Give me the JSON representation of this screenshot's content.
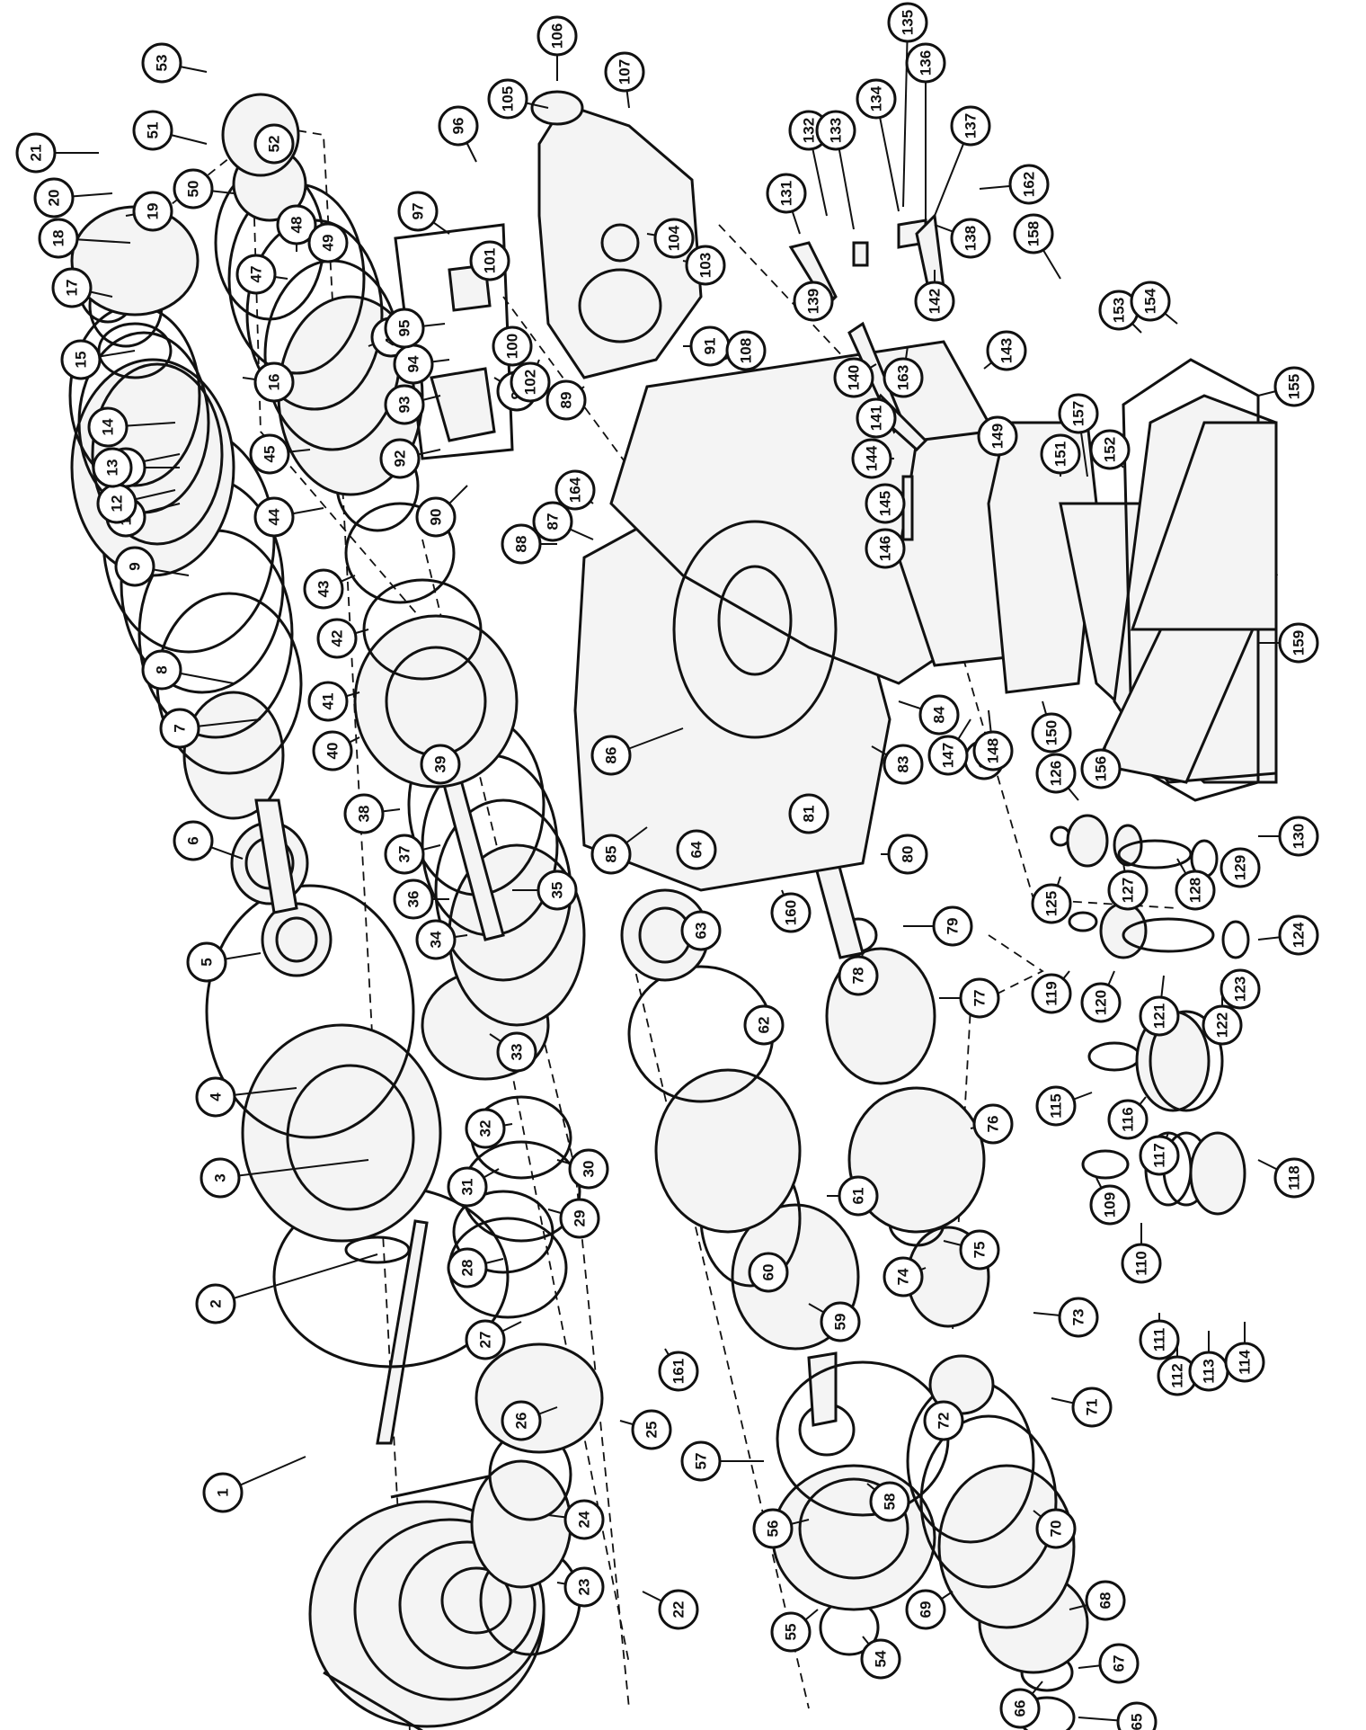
{
  "diagram": {
    "type": "exploded-parts-view",
    "callouts": [
      "1",
      "2",
      "3",
      "4",
      "5",
      "6",
      "7",
      "8",
      "9",
      "10",
      "11",
      "12",
      "13",
      "14",
      "15",
      "16",
      "17",
      "18",
      "19",
      "20",
      "21",
      "22",
      "23",
      "24",
      "25",
      "26",
      "27",
      "28",
      "29",
      "30",
      "31",
      "32",
      "33",
      "34",
      "35",
      "36",
      "37",
      "38",
      "39",
      "40",
      "41",
      "42",
      "43",
      "44",
      "45",
      "46",
      "47",
      "48",
      "49",
      "50",
      "51",
      "52",
      "53",
      "54",
      "55",
      "56",
      "57",
      "58",
      "59",
      "60",
      "61",
      "62",
      "63",
      "64",
      "65",
      "66",
      "67",
      "68",
      "69",
      "70",
      "71",
      "72",
      "73",
      "74",
      "75",
      "76",
      "77",
      "78",
      "79",
      "80",
      "81",
      "82",
      "83",
      "84",
      "85",
      "86",
      "87",
      "88",
      "89",
      "90",
      "91",
      "92",
      "93",
      "94",
      "95",
      "96",
      "97",
      "99",
      "100",
      "101",
      "102",
      "103",
      "104",
      "105",
      "106",
      "107",
      "108",
      "109",
      "110",
      "111",
      "112",
      "113",
      "114",
      "115",
      "116",
      "117",
      "118",
      "119",
      "120",
      "121",
      "122",
      "123",
      "124",
      "125",
      "126",
      "127",
      "128",
      "129",
      "130",
      "131",
      "132",
      "133",
      "134",
      "135",
      "136",
      "137",
      "138",
      "139",
      "140",
      "141",
      "142",
      "143",
      "144",
      "145",
      "146",
      "147",
      "148",
      "149",
      "150",
      "151",
      "152",
      "153",
      "154",
      "155",
      "156",
      "157",
      "158",
      "159",
      "160",
      "161",
      "162",
      "163",
      "164"
    ]
  }
}
